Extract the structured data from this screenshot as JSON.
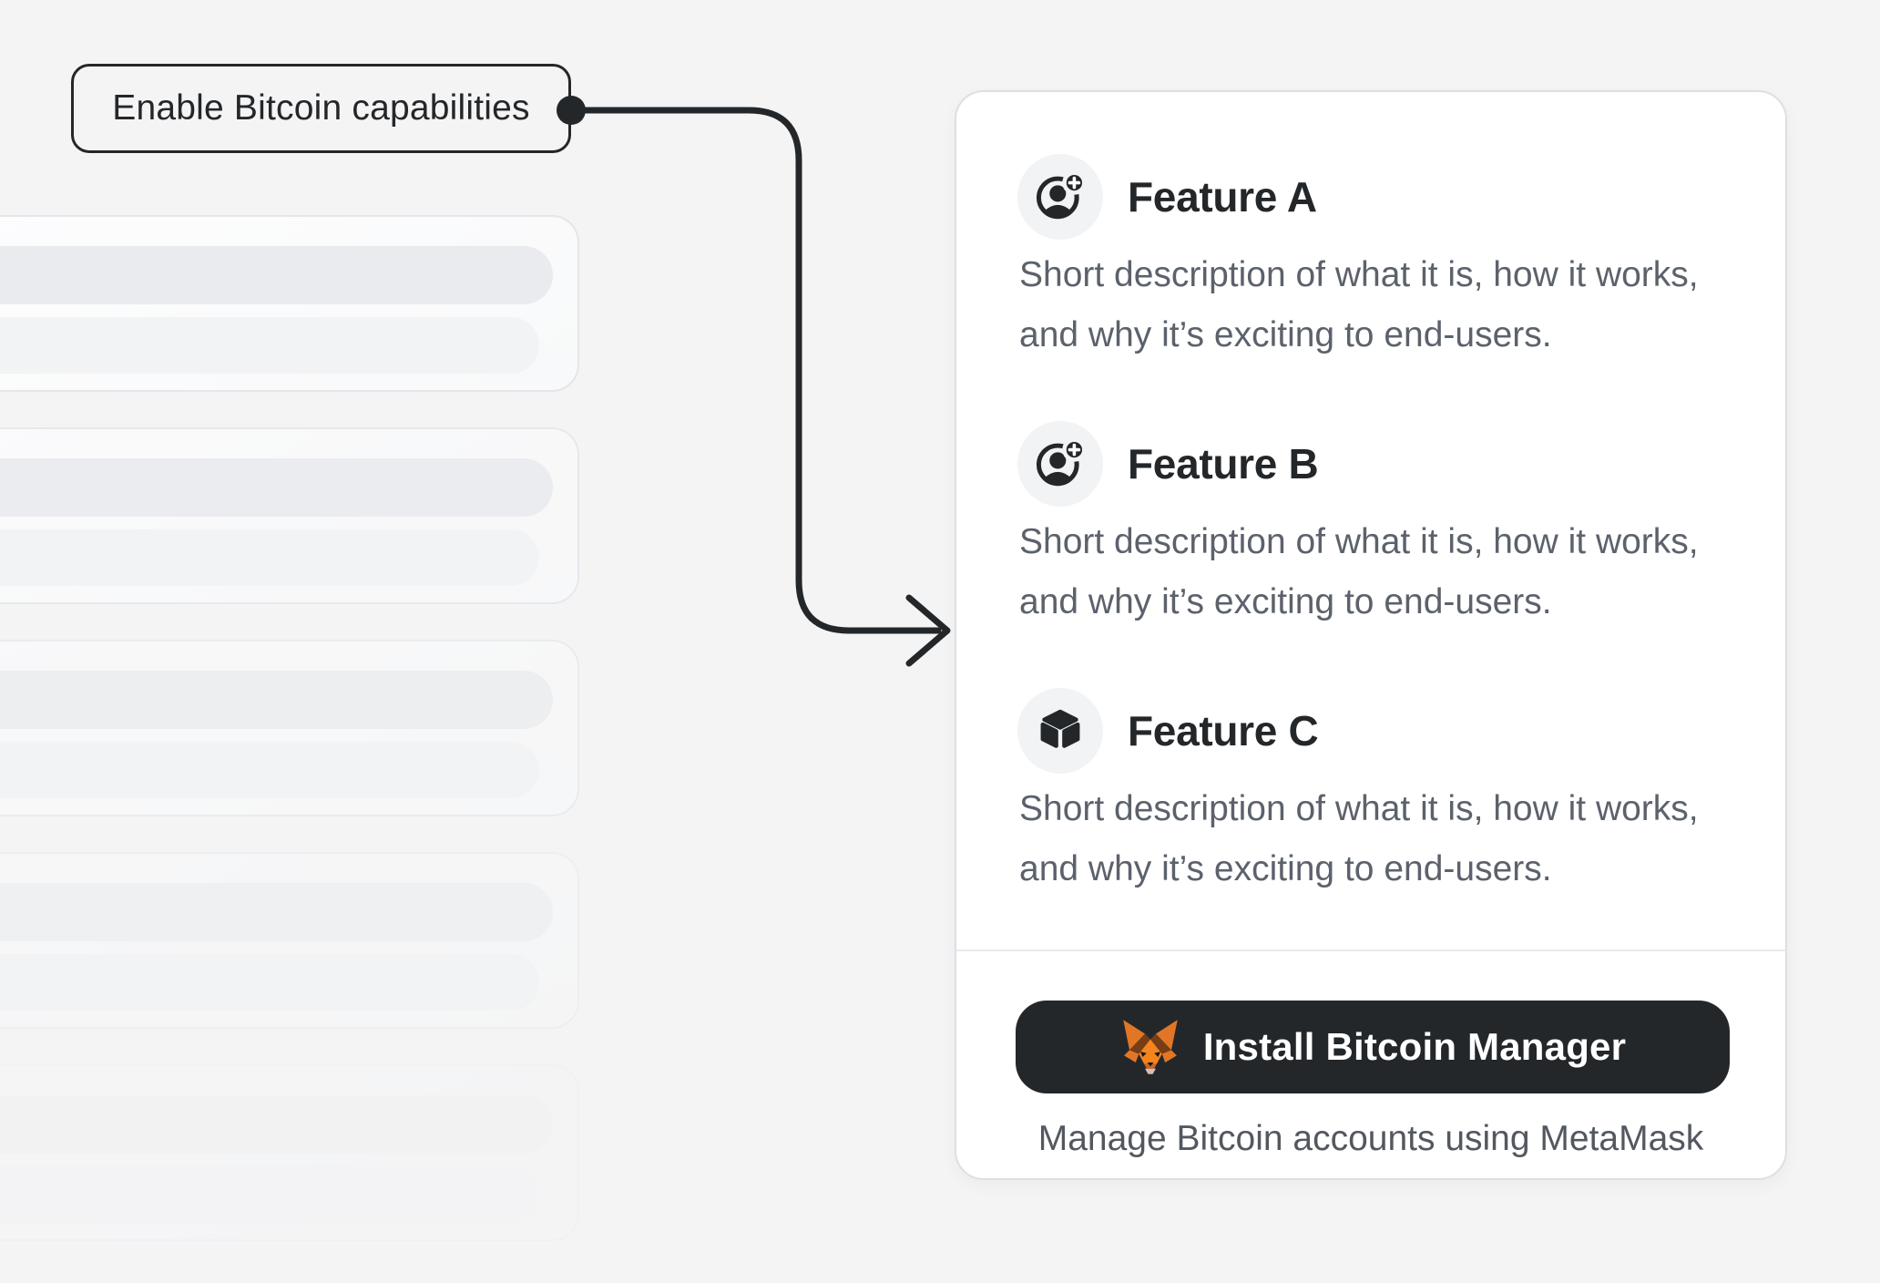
{
  "page": {
    "background_color": "#f4f4f5"
  },
  "callout": {
    "label": "Enable Bitcoin capabilities",
    "line_color": "#24272a"
  },
  "skeleton_panel": {
    "card_count": 5,
    "lines_per_card": 2
  },
  "features_card": {
    "features": [
      {
        "title": "Feature A",
        "icon": "account-plus-icon",
        "description": "Short description of what it is, how it works, and why it’s exciting to end-users."
      },
      {
        "title": "Feature B",
        "icon": "account-plus-icon",
        "description": "Short description of what it is, how it works, and why it’s exciting to end-users."
      },
      {
        "title": "Feature C",
        "icon": "cube-icon",
        "description": "Short description of what it is, how it works, and why it’s exciting to end-users."
      }
    ],
    "install": {
      "button_label": "Install Bitcoin Manager",
      "button_icon": "metamask-fox-icon",
      "caption": "Manage Bitcoin accounts using MetaMask"
    }
  },
  "colors": {
    "accent_dark": "#24272a",
    "text_secondary": "#5c626c",
    "card_border": "#dcdfe4",
    "icon_circle_bg": "#f2f3f5",
    "fox_orange": "#e17726"
  }
}
